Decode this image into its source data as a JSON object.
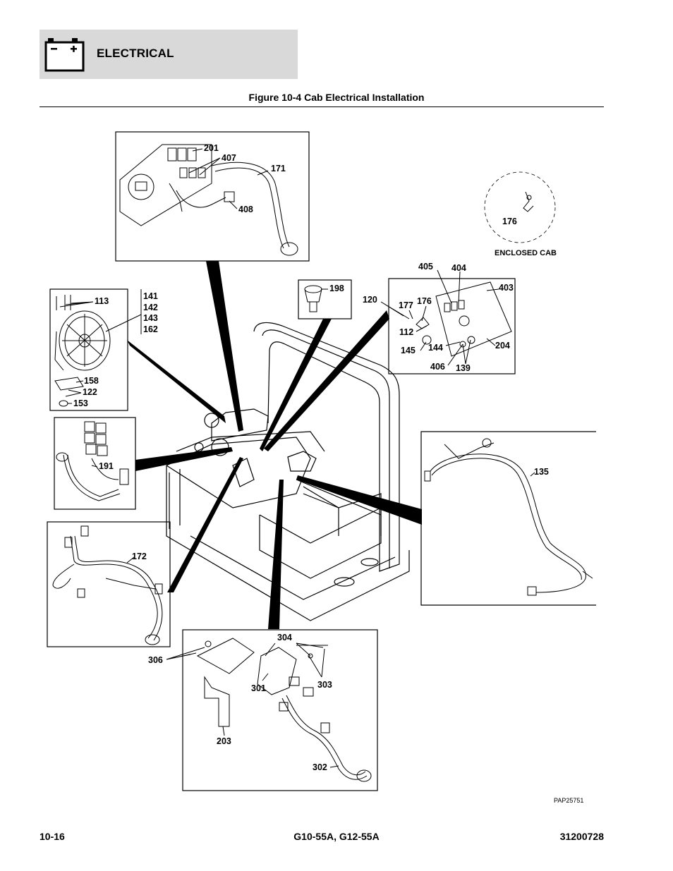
{
  "header": {
    "section": "ELECTRICAL",
    "icon": "battery-icon",
    "band_color": "#d9d9d9"
  },
  "figure": {
    "title": "Figure 10-4 Cab Electrical Installation",
    "image_code": "PAP25751",
    "enclosed_cab_label": "ENCLOSED CAB"
  },
  "callouts": {
    "c201": "201",
    "c407": "407",
    "c171": "171",
    "c408": "408",
    "c176a": "176",
    "c405": "405",
    "c404": "404",
    "c403": "403",
    "c120": "120",
    "c177": "177",
    "c176b": "176",
    "c112": "112",
    "c145": "145",
    "c144": "144",
    "c406": "406",
    "c139": "139",
    "c204": "204",
    "c198": "198",
    "c113": "113",
    "c141": "141",
    "c142": "142",
    "c143": "143",
    "c162": "162",
    "c158": "158",
    "c122": "122",
    "c153": "153",
    "c191": "191",
    "c135": "135",
    "c172": "172",
    "c304": "304",
    "c306": "306",
    "c301": "301",
    "c303": "303",
    "c203": "203",
    "c302": "302"
  },
  "footer": {
    "page": "10-16",
    "models": "G10-55A, G12-55A",
    "doc_number": "31200728"
  }
}
